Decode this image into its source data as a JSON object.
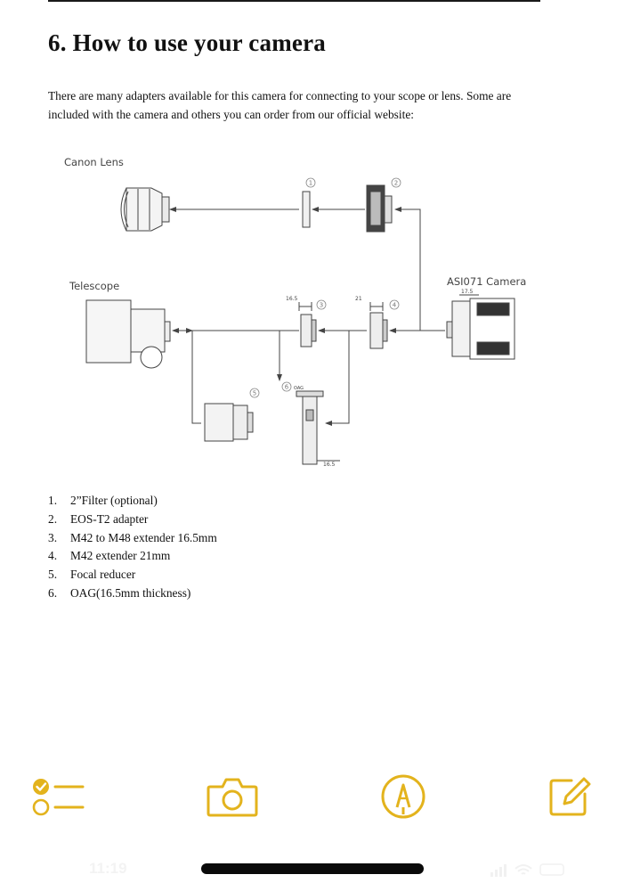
{
  "document": {
    "heading": "6.  How to use your camera",
    "intro": "There are many adapters available for this camera for connecting to your scope or lens. Some are included with the camera and others you can order from our official website:",
    "diagram": {
      "labels": {
        "canon_lens": "Canon Lens",
        "telescope": "Telescope",
        "camera": "ASI071 Camera",
        "dim_camera": "17.5",
        "dim_extender_m48": "16.5",
        "dim_extender_m42": "21",
        "dim_oag": "16.5",
        "oag_tag": "OAG"
      },
      "callouts": [
        "1",
        "2",
        "3",
        "4",
        "5",
        "6"
      ]
    },
    "parts": [
      {
        "num": "1.",
        "text": "2”Filter (optional)"
      },
      {
        "num": "2.",
        "text": "EOS-T2 adapter"
      },
      {
        "num": "3.",
        "text": "M42 to M48 extender 16.5mm"
      },
      {
        "num": "4.",
        "text": "M42 extender 21mm"
      },
      {
        "num": "5.",
        "text": "Focal reducer"
      },
      {
        "num": "6.",
        "text": "OAG(16.5mm thickness)"
      }
    ]
  },
  "toolbar": {
    "accent_color": "#E3B31D",
    "buttons": [
      {
        "icon": "checklist-icon"
      },
      {
        "icon": "camera-icon"
      },
      {
        "icon": "markup-pen-icon"
      },
      {
        "icon": "compose-icon"
      }
    ]
  },
  "status_bar": {
    "time": "11:19"
  }
}
